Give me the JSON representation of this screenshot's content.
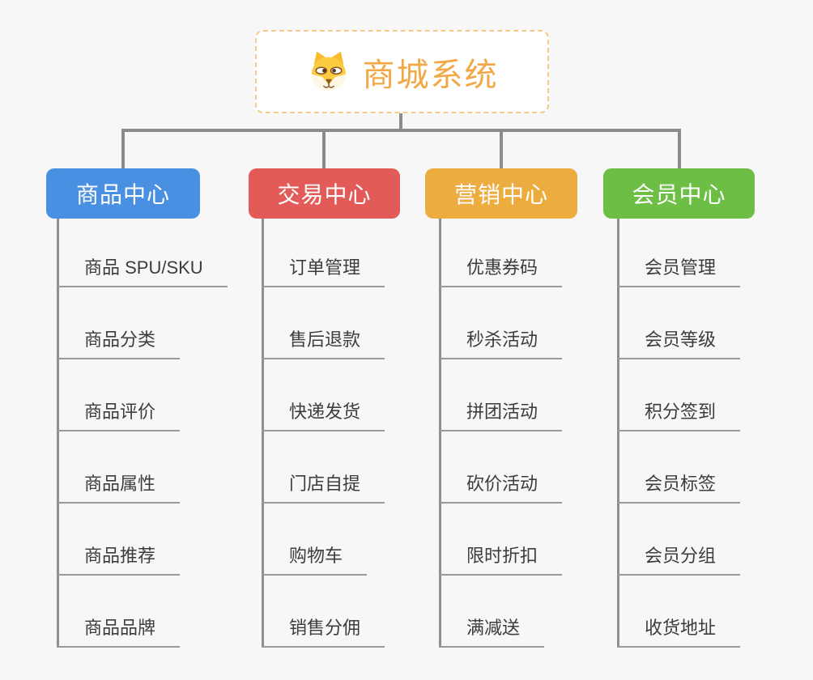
{
  "root": {
    "title": "商城系统",
    "icon": "dog-face-icon",
    "accent_color": "#F1A845",
    "border_color": "#F6C98B"
  },
  "background_color": "#F7F7F7",
  "connector_color": "#8C8C8C",
  "branches": [
    {
      "label": "商品中心",
      "color": "#4A90E2",
      "items": [
        "商品 SPU/SKU",
        "商品分类",
        "商品评价",
        "商品属性",
        "商品推荐",
        "商品品牌"
      ]
    },
    {
      "label": "交易中心",
      "color": "#E25B59",
      "items": [
        "订单管理",
        "售后退款",
        "快递发货",
        "门店自提",
        "购物车",
        "销售分佣"
      ]
    },
    {
      "label": "营销中心",
      "color": "#EDAC40",
      "items": [
        "优惠券码",
        "秒杀活动",
        "拼团活动",
        "砍价活动",
        "限时折扣",
        "满减送"
      ]
    },
    {
      "label": "会员中心",
      "color": "#6DBE45",
      "items": [
        "会员管理",
        "会员等级",
        "积分签到",
        "会员标签",
        "会员分组",
        "收货地址"
      ]
    }
  ]
}
